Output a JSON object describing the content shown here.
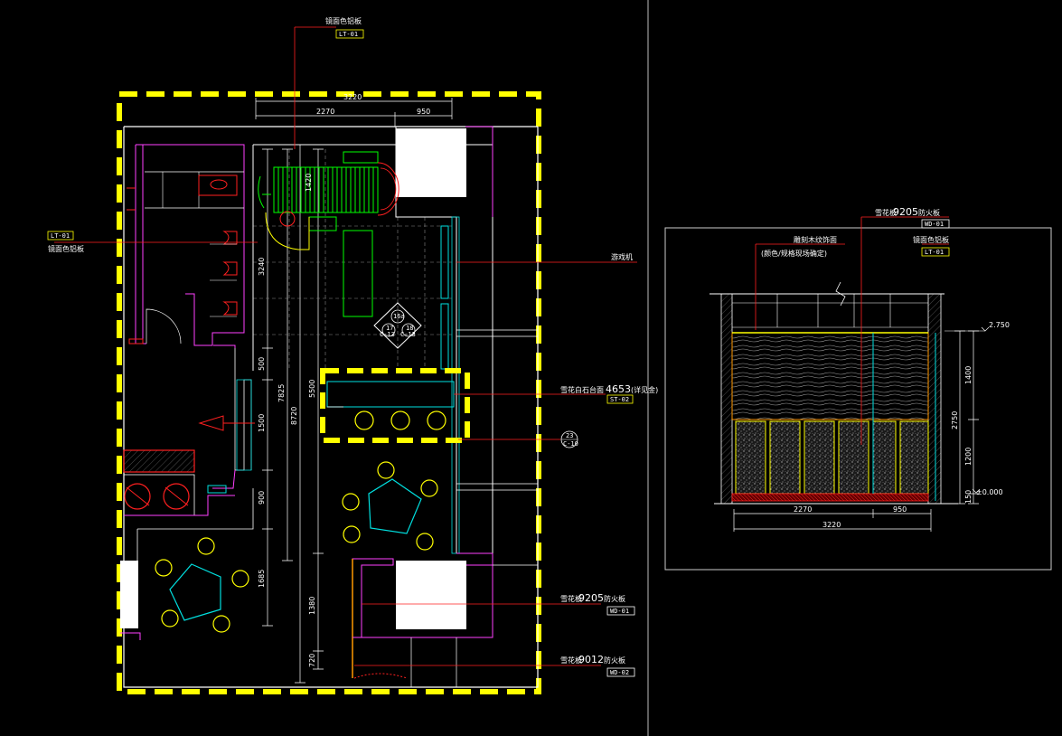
{
  "plan": {
    "tag_top": {
      "label": "镜面色铝板",
      "code": "LT-01"
    },
    "tag_left": {
      "label": "镜面色铝板",
      "code": "LT-01"
    },
    "tag_right_top": {
      "label": "游戏机"
    },
    "tag_stone": {
      "label_a": "雪花白石台面",
      "label_num": "4653",
      "label_b": "(详见金)",
      "code": "ST-02"
    },
    "tag_wood1": {
      "label_a": "雪花板",
      "label_num": "9205",
      "label_b": "防火板",
      "code": "WD-01"
    },
    "tag_wood2": {
      "label_a": "雪花板",
      "label_num": "9012",
      "label_b": "防火板",
      "code": "WD-02"
    },
    "section_mark": {
      "top": "23",
      "bottom": "C-10"
    },
    "elev_marks": [
      {
        "top": "16a",
        "bottom": ""
      },
      {
        "top": "17",
        "bottom": "C-13"
      },
      {
        "top": "18",
        "bottom": "C-13"
      }
    ],
    "dims": {
      "top_total": "3220",
      "top_a": "2270",
      "top_b": "950",
      "v_a": "3240",
      "v_b": "500",
      "v_c": "1500",
      "v_d": "900",
      "v_e": "1685",
      "v_total1": "7825",
      "v_total2": "8720",
      "v_f": "5500",
      "v_g": "1380",
      "v_h": "720",
      "stair": "1420"
    }
  },
  "elevation": {
    "tag_top": {
      "label_a": "雪花板",
      "label_num": "9205",
      "label_b": "防火板",
      "code": "WD-01"
    },
    "tag_mid": {
      "label_a": "雕刻木纹饰面",
      "label_b": "(颜色/规格现场确定)"
    },
    "tag_right": {
      "label": "镜面色铝板",
      "code": "LT-01"
    },
    "level_top": "2.750",
    "level_bottom": "±0.000",
    "dims": {
      "v_a": "1400",
      "v_b": "1200",
      "v_c": "150",
      "v_total": "2750",
      "h_a": "2270",
      "h_b": "950",
      "h_total": "3220"
    }
  }
}
